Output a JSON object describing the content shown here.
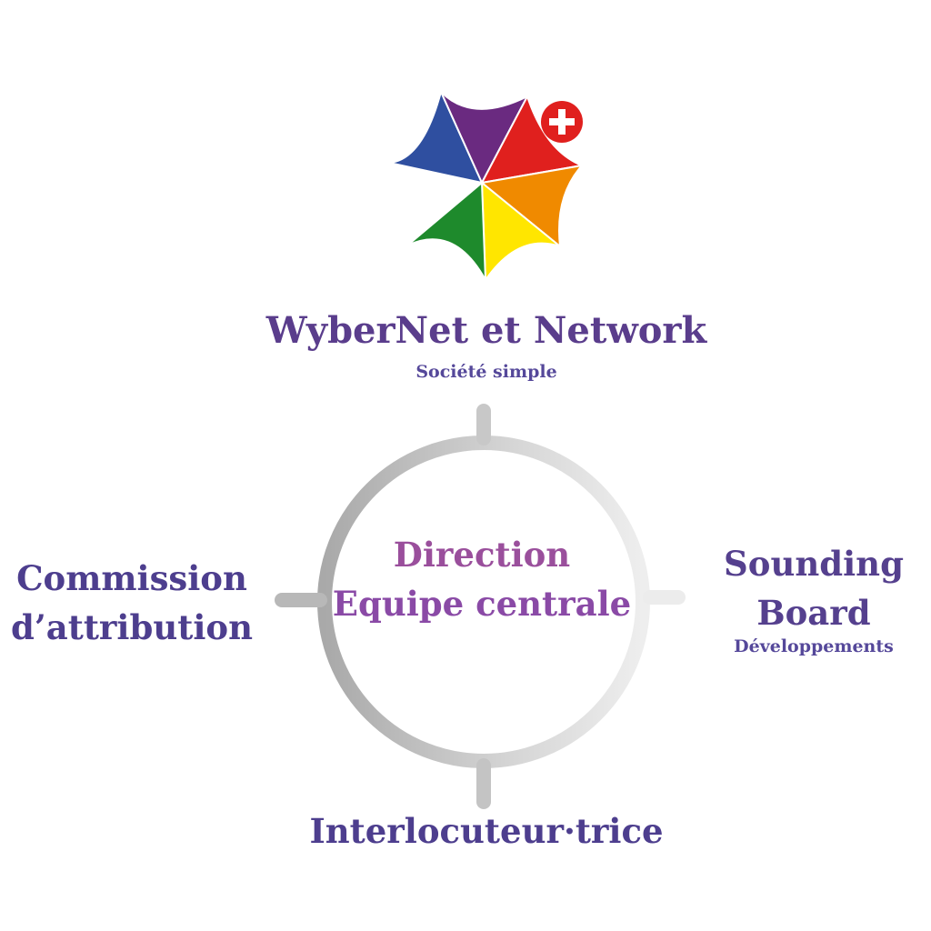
{
  "logo": {
    "colors": [
      "#2f4fa0",
      "#6a2a80",
      "#e0201e",
      "#f08a00",
      "#ffe600",
      "#1e8a2c"
    ],
    "flag_icon": "swiss-cross-icon"
  },
  "header": {
    "title": "WyberNet et Network",
    "subtitle": "Société simple"
  },
  "center": {
    "line1": "Direction",
    "line2": "Equipe centrale"
  },
  "left": {
    "line1": "Commission",
    "line2": "d’attribution"
  },
  "right": {
    "line1": "Sounding",
    "line2": "Board",
    "subtitle": "Développements"
  },
  "bottom": {
    "label": "Interlocuteur·trice"
  }
}
